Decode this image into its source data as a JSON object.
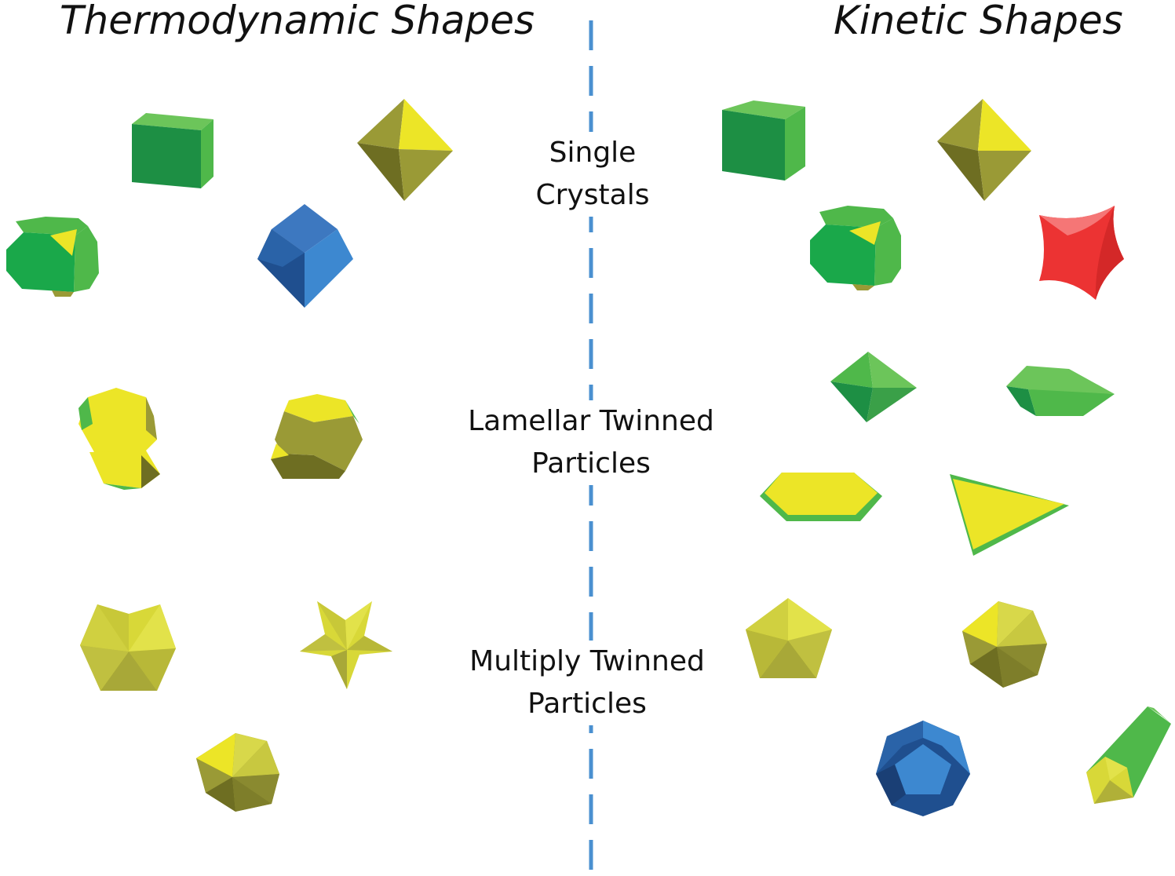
{
  "headings": {
    "left": "Thermodynamic Shapes",
    "right": "Kinetic Shapes"
  },
  "rows": [
    {
      "line1": "Single",
      "line2": "Crystals"
    },
    {
      "line1": "Lamellar Twinned",
      "line2": "Particles"
    },
    {
      "line1": "Multiply Twinned",
      "line2": "Particles"
    }
  ],
  "colors": {
    "green": "#4fb84a",
    "green_dark": "#1d8f44",
    "green_light": "#6cc55a",
    "yellow": "#ece527",
    "olive": "#9a9a36",
    "olive_dark": "#6e6e22",
    "blue": "#3d88d0",
    "blue_dark": "#1f4f8f",
    "red": "#ec3333",
    "divider": "#4a90d0"
  },
  "shapes": {
    "thermodynamic_single": [
      "cube-icon",
      "octahedron-icon",
      "truncated-cube-icon",
      "rhombic-dodecahedron-icon"
    ],
    "thermodynamic_lamellar": [
      "twinned-truncated-octahedron-icon",
      "twinned-bipyramid-icon"
    ],
    "thermodynamic_multiply": [
      "marks-decahedron-icon",
      "star-decahedron-icon",
      "icosahedron-icon"
    ],
    "kinetic_single": [
      "cube-icon",
      "octahedron-icon",
      "truncated-cube-icon",
      "concave-cube-icon"
    ],
    "kinetic_lamellar": [
      "bipyramid-icon",
      "elongated-bipyramid-icon",
      "hexagonal-plate-icon",
      "triangular-plate-icon"
    ],
    "kinetic_multiply": [
      "pentagonal-decahedron-icon",
      "icosahedron-icon",
      "dodecahedron-icon",
      "pentagonal-rod-icon"
    ]
  }
}
